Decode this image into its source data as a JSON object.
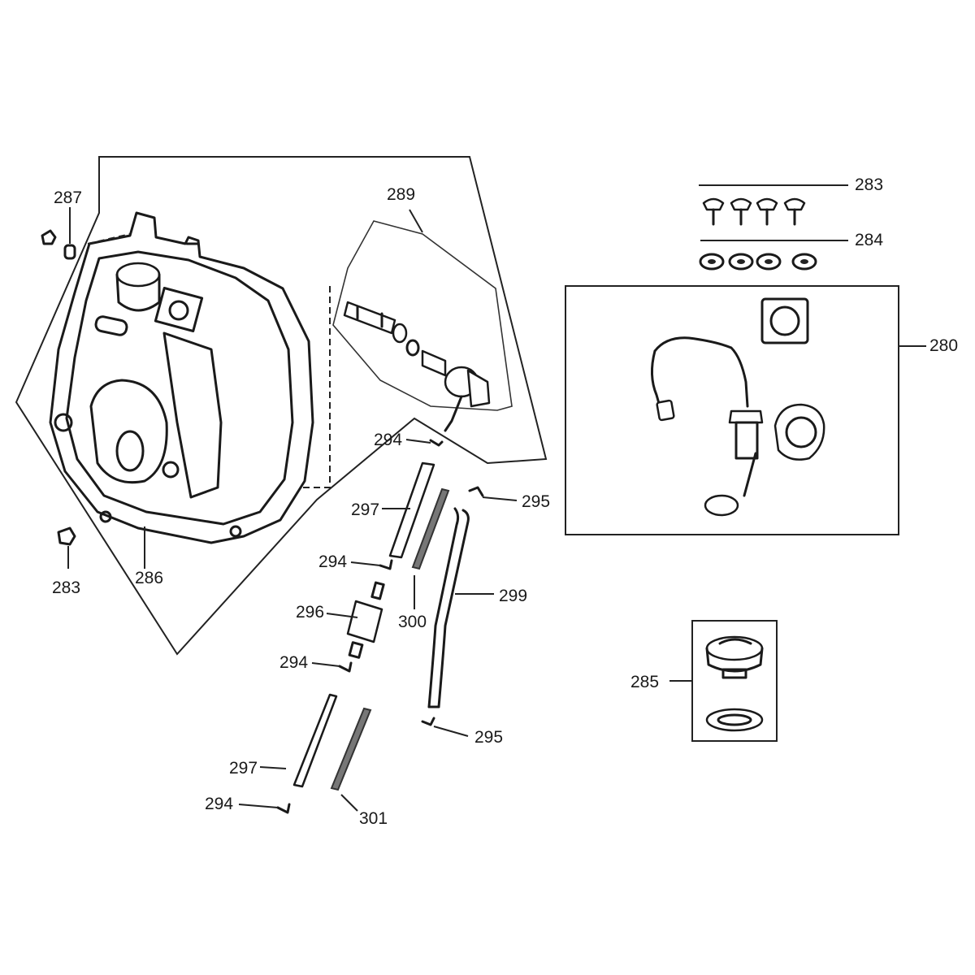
{
  "labels": {
    "p280": "280",
    "p283_top": "283",
    "p284": "284",
    "p285": "285",
    "p283_left": "283",
    "p286": "286",
    "p287": "287",
    "p289": "289",
    "p294_a": "294",
    "p294_b": "294",
    "p294_c": "294",
    "p294_d": "294",
    "p295_a": "295",
    "p295_b": "295",
    "p296": "296",
    "p297_a": "297",
    "p297_b": "297",
    "p299": "299",
    "p300": "300",
    "p301": "301"
  },
  "icons": {
    "fuel_tank": "fuel-tank-icon",
    "fuel_valve": "fuel-valve-icon",
    "fuel_pump_sender": "fuel-sender-icon",
    "fuel_cap": "fuel-cap-icon",
    "fuel_filter": "fuel-filter-icon",
    "screw": "screw-icon",
    "washer": "washer-icon",
    "hose": "hose-icon",
    "clamp": "clamp-icon"
  }
}
